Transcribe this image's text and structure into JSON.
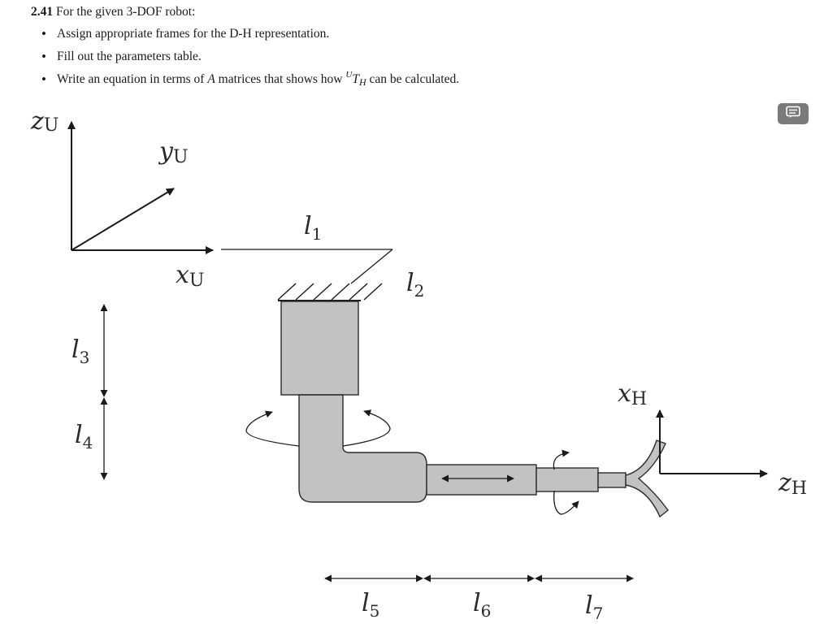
{
  "problem": {
    "number": "2.41",
    "prompt": "For the given 3-DOF robot:",
    "bullets": {
      "b1": "Assign appropriate frames for the D-H representation.",
      "b2": "Fill out the parameters table.",
      "b3_pre": "Write an equation in terms of",
      "b3_A": "A",
      "b3_mid": "matrices that shows how",
      "b3_sup": "U",
      "b3_T": "T",
      "b3_sub": "H",
      "b3_post": "can be calculated."
    }
  },
  "figure": {
    "labels": {
      "zU": {
        "main": "z",
        "sub": "U"
      },
      "yU": {
        "main": "y",
        "sub": "U"
      },
      "xU": {
        "main": "x",
        "sub": "U"
      },
      "xH": {
        "main": "x",
        "sub": "H"
      },
      "zH": {
        "main": "z",
        "sub": "H"
      },
      "l1": {
        "main": "l",
        "sub": "1"
      },
      "l2": {
        "main": "l",
        "sub": "2"
      },
      "l3": {
        "main": "l",
        "sub": "3"
      },
      "l4": {
        "main": "l",
        "sub": "4"
      },
      "l5": {
        "main": "l",
        "sub": "5"
      },
      "l6": {
        "main": "l",
        "sub": "6"
      },
      "l7": {
        "main": "l",
        "sub": "7"
      }
    }
  },
  "icons": {
    "note": "note-icon"
  }
}
